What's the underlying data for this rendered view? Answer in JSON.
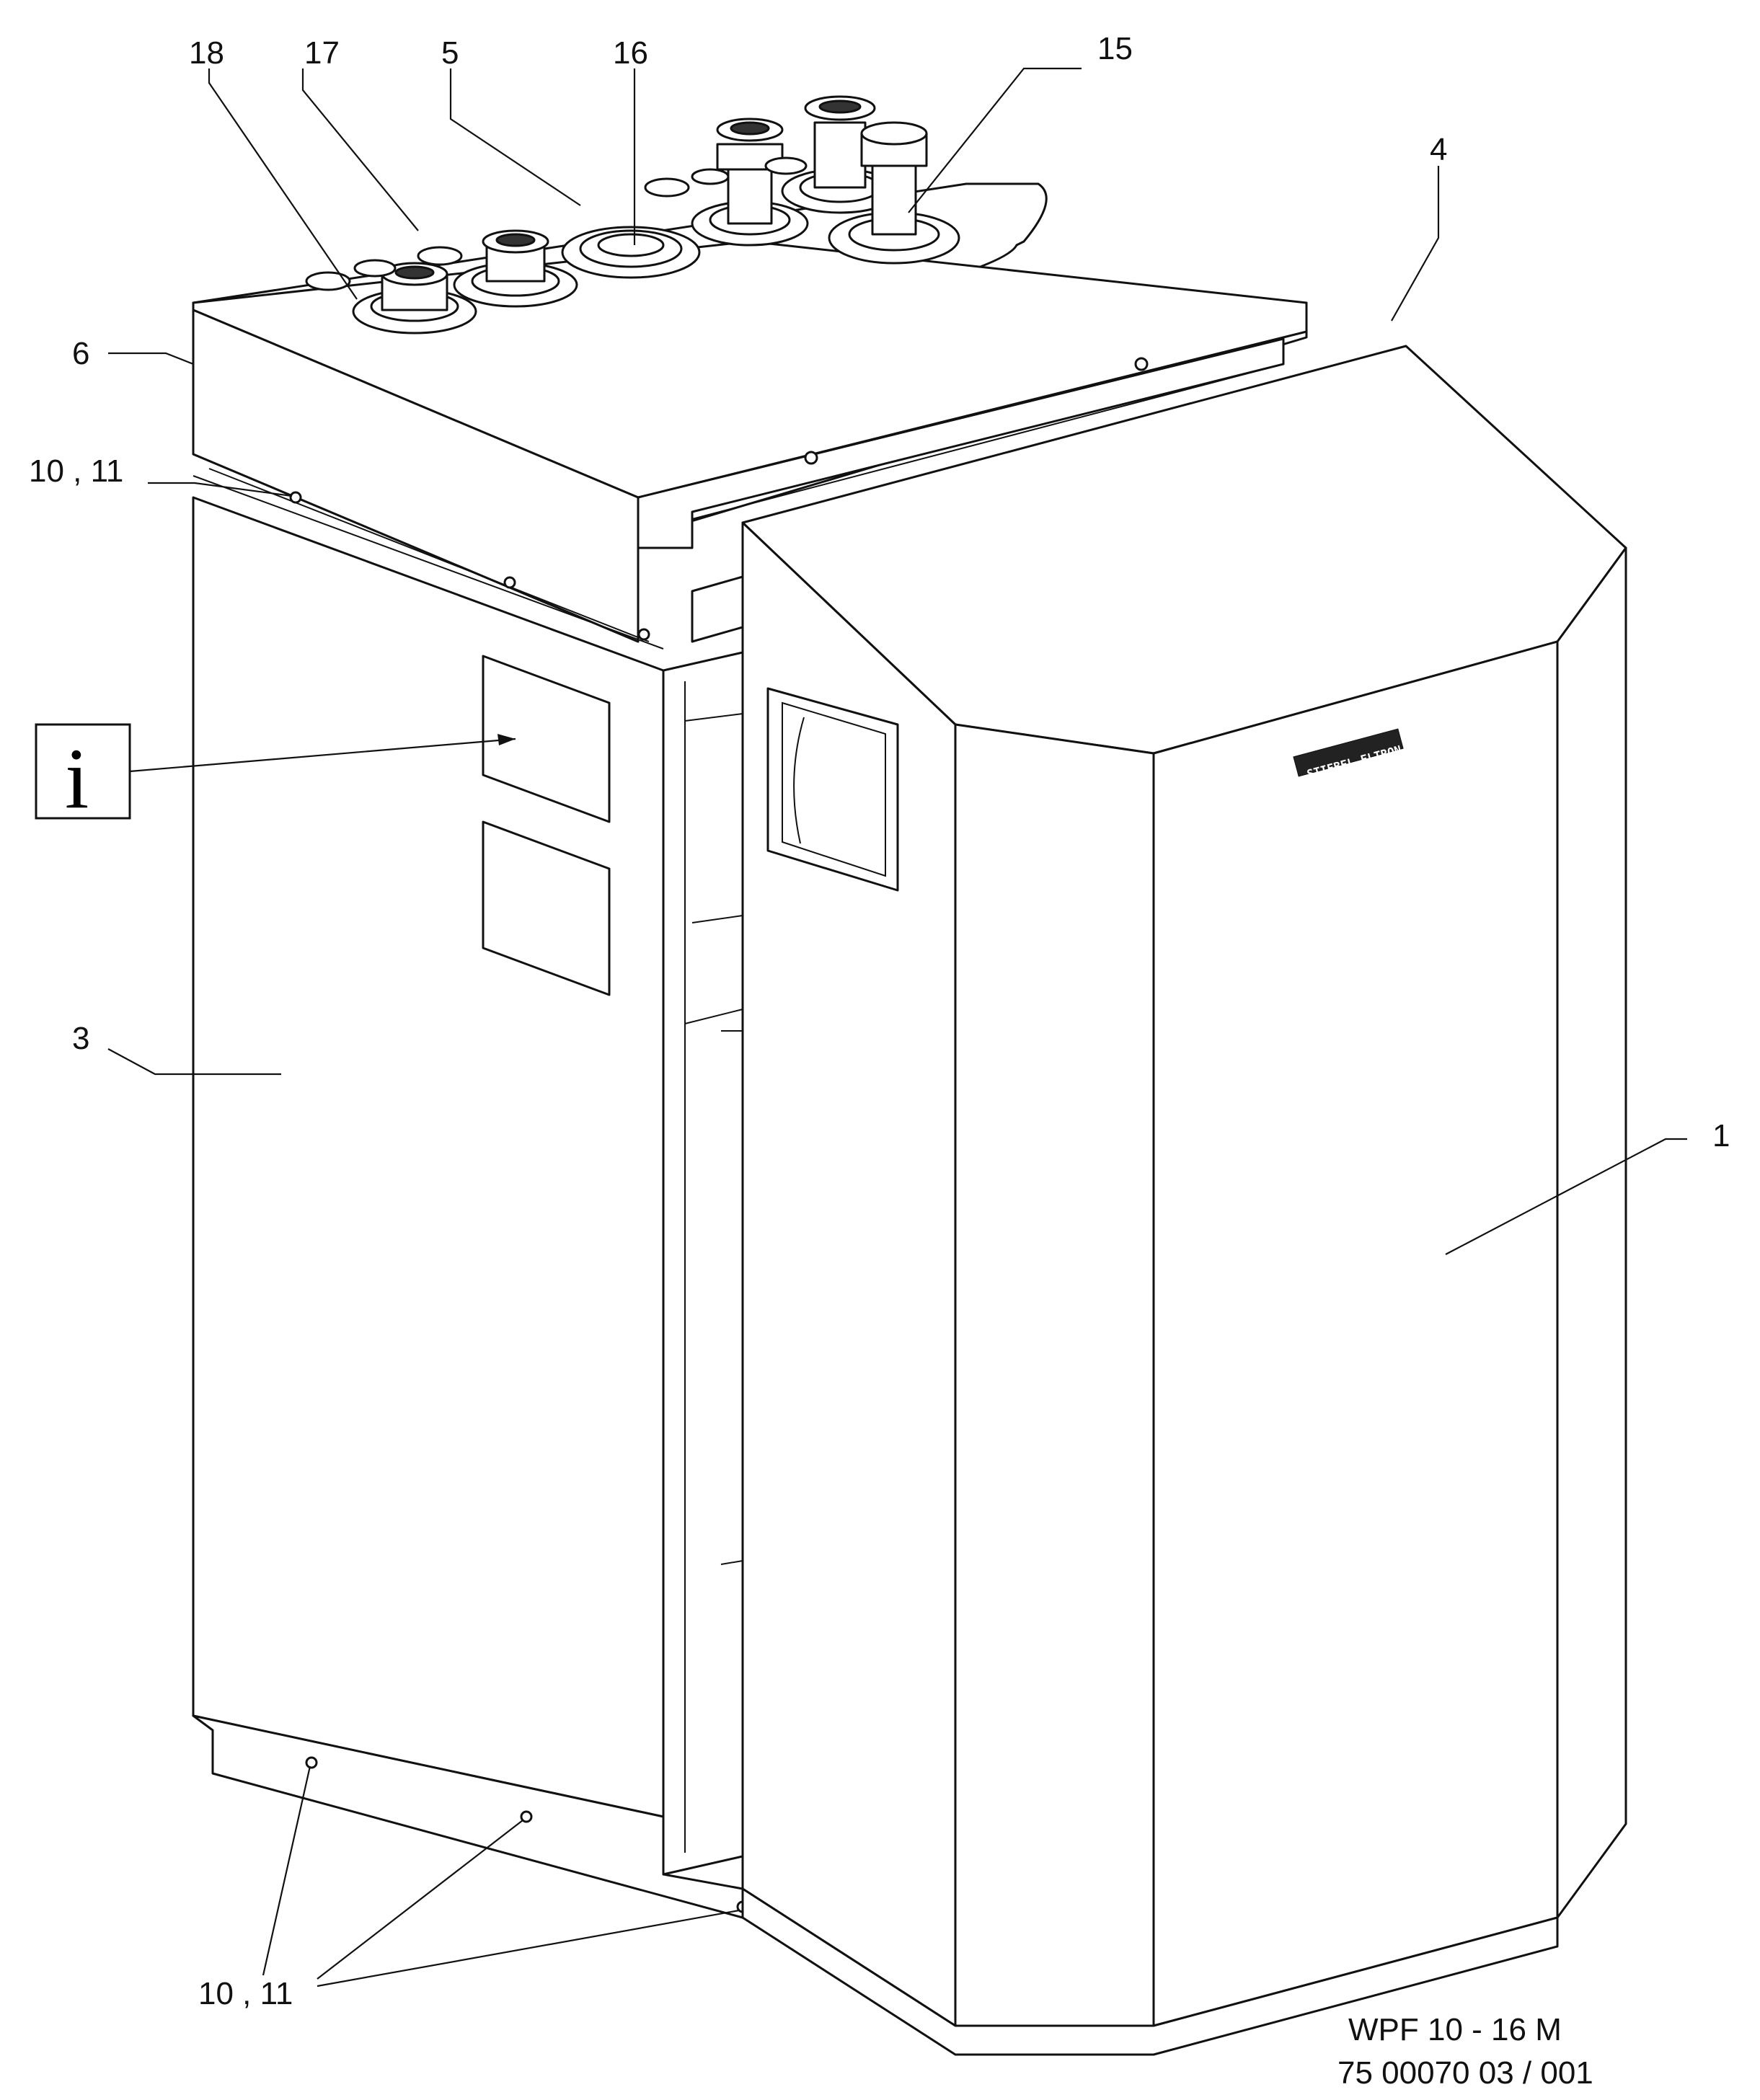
{
  "drawing": {
    "model": "WPF 10 - 16 M",
    "doc_number": "75 00070 03 / 001",
    "manufacturer_logo_text": "STIEBEL ELTRON",
    "info_symbol": "i"
  },
  "callouts": [
    {
      "id": "c18",
      "label": "18"
    },
    {
      "id": "c17",
      "label": "17"
    },
    {
      "id": "c5",
      "label": "5"
    },
    {
      "id": "c16",
      "label": "16"
    },
    {
      "id": "c15",
      "label": "15"
    },
    {
      "id": "c4",
      "label": "4"
    },
    {
      "id": "c6",
      "label": "6"
    },
    {
      "id": "c10_11_top",
      "label": "10 , 11"
    },
    {
      "id": "c3",
      "label": "3"
    },
    {
      "id": "c1",
      "label": "1"
    },
    {
      "id": "c10_11_bottom",
      "label": "10 , 11"
    }
  ]
}
